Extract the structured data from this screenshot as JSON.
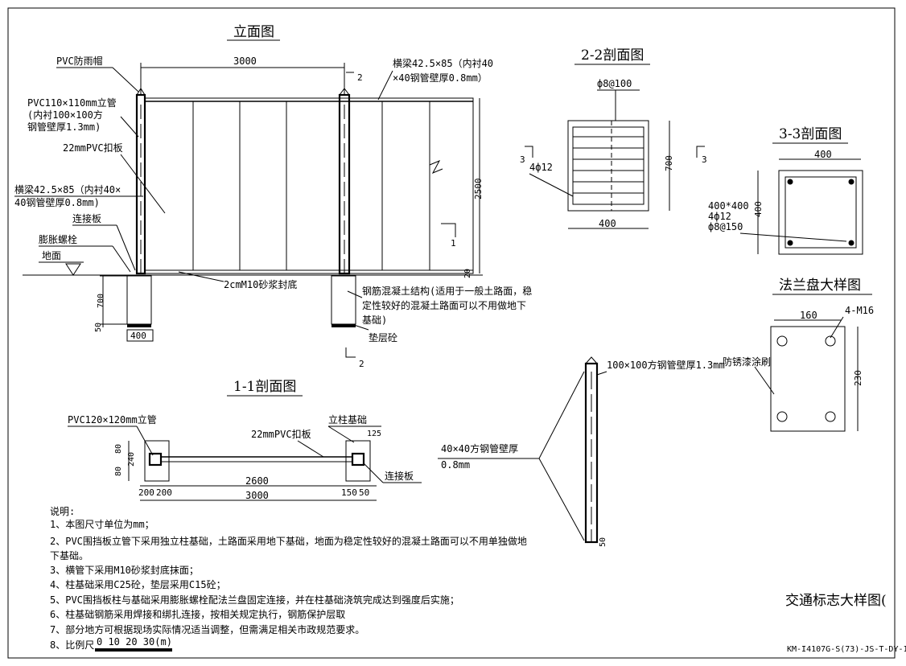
{
  "titles": {
    "elevation": "立面图",
    "sec22": "2-2剖面图",
    "sec33": "3-3剖面图",
    "sec11": "1-1剖面图",
    "flange": "法兰盘大样图",
    "sheet": "交通标志大样图(",
    "code": "KM-I4107G-S(73)-JS-T-DY-1"
  },
  "elevation": {
    "pvc_cap": "PVC防雨帽",
    "span": "3000",
    "beam_top": "横梁42.5×85（内衬40",
    "beam_top2": "×40钢管壁厚0.8mm）",
    "post1": "PVC110×110mm立管",
    "post2": "(内衬100×100方",
    "post3": "钢管壁厚1.3mm)",
    "panel": "22mmPVC扣板",
    "beam_low1": "横梁42.5×85（内衬40×",
    "beam_low2": "40钢管壁厚0.8mm)",
    "connector": "连接板",
    "bolt": "膨胀螺栓",
    "ground": "地面",
    "height": "2500",
    "mortar": "2cmM10砂浆封底",
    "rc1": "钢筋混凝土结构(适用于一般土路面，稳",
    "rc2": "定性较好的混凝土路面可以不用做地下",
    "rc3": "基础)",
    "cushion": "垫层砼",
    "d700": "700",
    "d50": "50",
    "d400": "400",
    "d20": "20",
    "mark1": "1",
    "mark2": "2"
  },
  "sec22": {
    "rebar_top": "ф8@100",
    "rebar_side": "4ф12",
    "d700": "700",
    "d400": "400",
    "mark3": "3"
  },
  "sec33": {
    "d400": "400",
    "size": "400*400",
    "rebar1": "4ф12",
    "rebar2": "ф8@150",
    "d400v": "400"
  },
  "flange": {
    "d160": "160",
    "bolts": "4-M16",
    "d230": "230",
    "paint": "防锈漆涂刷",
    "tube": "100×100方钢管壁厚1.3mm"
  },
  "sec11": {
    "pipe": "PVC120×120mm立管",
    "panel": "22mmPVC扣板",
    "footing": "立柱基础",
    "connector": "连接板",
    "d125": "125",
    "d80a": "80",
    "d80b": "80",
    "d240": "240",
    "d200a": "200",
    "d200b": "200",
    "d2600": "2600",
    "d150": "150",
    "d50": "50",
    "d3000": "3000",
    "tube40a": "40×40方钢管壁厚",
    "tube40b": "0.8mm"
  },
  "notes": {
    "heading": "说明:",
    "n1": "1、本图尺寸单位为mm；",
    "n2": "2、PVC围挡板立管下采用独立柱基础，土路面采用地下基础，地面为稳定性较好的混凝土路面可以不用单独做地",
    "n2b": "下基础。",
    "n3": "3、横管下采用M10砂浆封底抹面；",
    "n4": "4、柱基础采用C25砼，垫层采用C15砼；",
    "n5": "5、PVC围挡板柱与基础采用膨胀螺栓配法兰盘固定连接，并在柱基础浇筑完成达到强度后实施；",
    "n6": "6、柱基础钢筋采用焊接和绑扎连接，按相关规定执行，钢筋保护层取",
    "n7": "7、部分地方可根据现场实际情况适当调整，但需满足相关市政规范要求。",
    "n8": "8、比例尺",
    "scale": "0  10  20  30(m)"
  }
}
